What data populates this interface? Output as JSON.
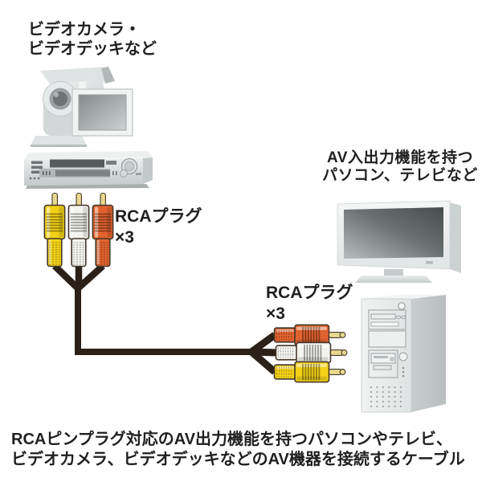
{
  "labels": {
    "source": {
      "line1": "ビデオカメラ・",
      "line2": "ビデオデッキなど"
    },
    "dest": {
      "line1": "AV入出力機能を持つ",
      "line2": "パソコン、テレビなど"
    },
    "plug_left": {
      "line1": "RCAプラグ",
      "line2": "×3"
    },
    "plug_right": {
      "line1": "RCAプラグ",
      "line2": "×3"
    }
  },
  "caption": {
    "line1": "RCAピンプラグ対応のAV出力機能を持つパソコンやテレビ、",
    "line2": "ビデオカメラ、ビデオデッキなどのAV機器を接続するケーブル"
  },
  "icons": {
    "source_devices": [
      "camcorder-icon",
      "vcr-icon"
    ],
    "dest_devices": [
      "tv-icon",
      "pc-tower-icon"
    ],
    "cable": "av-cable-icon",
    "left_plugs": [
      "rca-plug-yellow-icon",
      "rca-plug-white-icon",
      "rca-plug-red-icon"
    ],
    "right_plugs": [
      "rca-plug-red-icon",
      "rca-plug-white-icon",
      "rca-plug-yellow-icon"
    ]
  },
  "colors": {
    "plug_yellow": "#f2d117",
    "plug_white": "#f4f4ef",
    "plug_red": "#e0622e",
    "pin_gold": "#e9d98e",
    "cable_black": "#2b2118",
    "outline_brown": "#43372a",
    "text_black": "#1f1f1f"
  }
}
